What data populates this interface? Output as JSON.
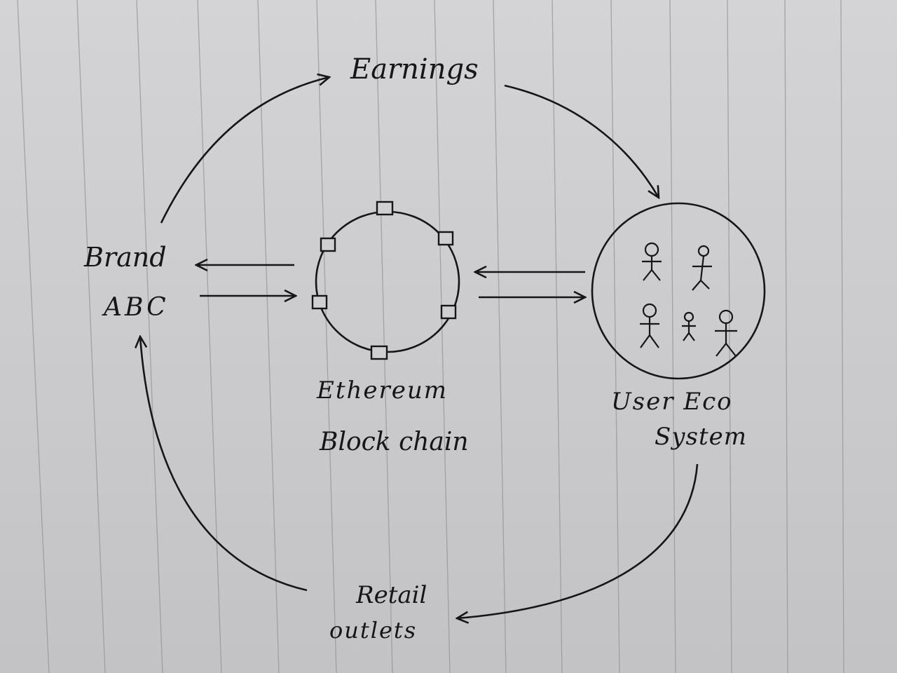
{
  "nodes": {
    "earnings": "Earnings",
    "brand": {
      "line1": "Brand",
      "line2": "ABC"
    },
    "blockchain": {
      "line1": "Ethereum",
      "line2": "Block chain"
    },
    "users": {
      "line1": "User Eco",
      "line2": "System"
    },
    "retail": {
      "line1": "Retail",
      "line2": "outlets"
    }
  },
  "colors": {
    "ink": "#161616",
    "paper": "#cfcfd2",
    "rule": "#8f8f95"
  }
}
